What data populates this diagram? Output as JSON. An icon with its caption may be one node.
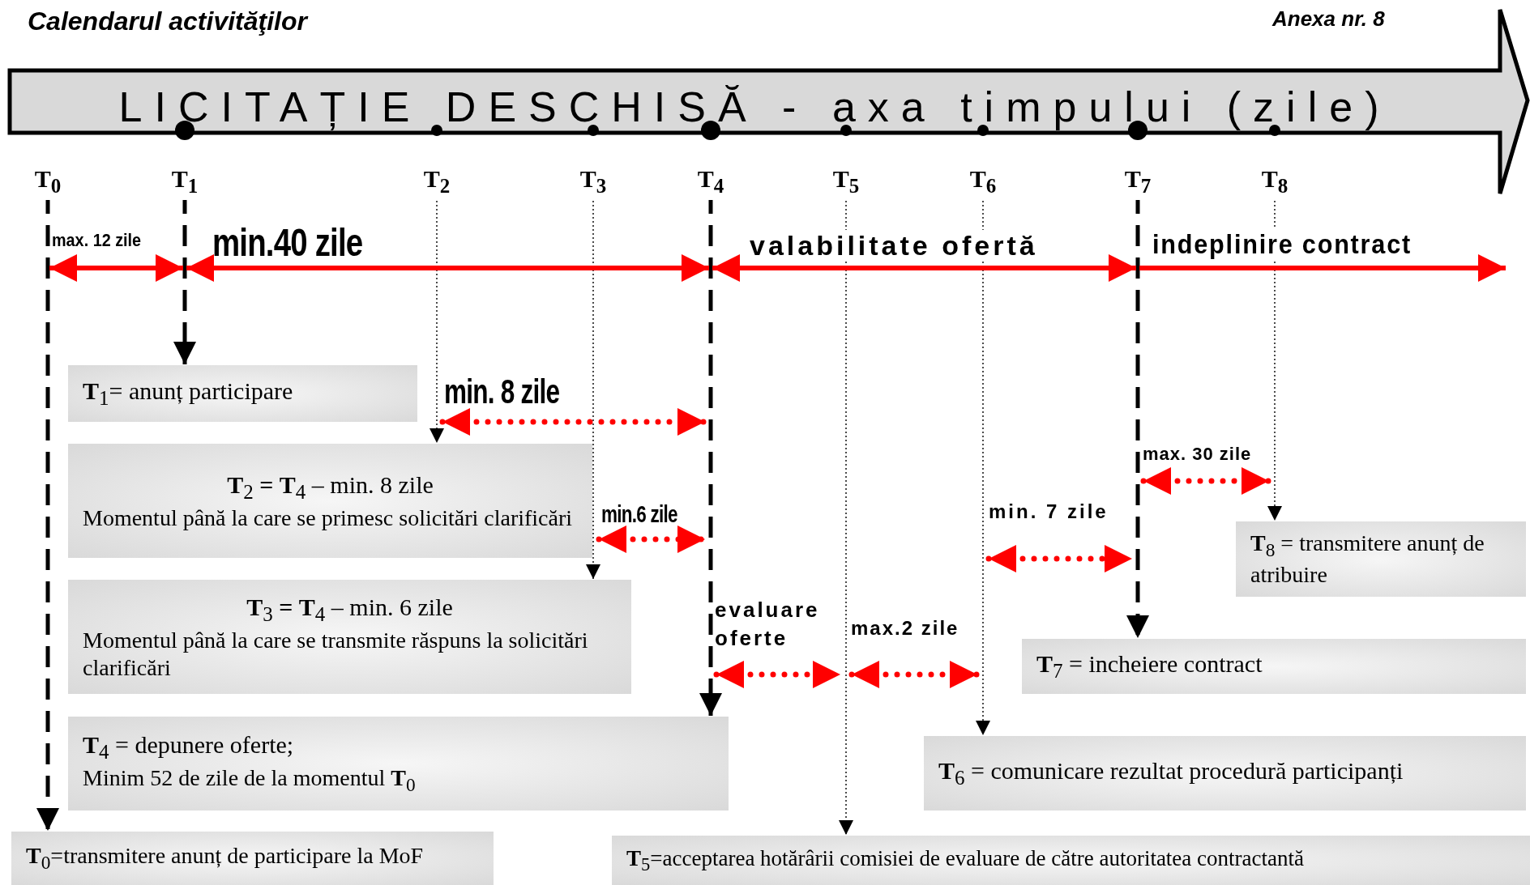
{
  "diagram": {
    "title": "Calendarul activităţilor",
    "nodes": [
      {
        "text": [
          "LICITAȚIE DESCHISĂ - axa timpului (zile)"
        ]
      },
      {
        "text": [
          "T$_{0}$"
        ]
      },
      {
        "text": [
          "T$_{1}$"
        ]
      },
      {
        "text": [
          "T$_{2}$"
        ]
      },
      {
        "text": [
          "T$_{3}$"
        ]
      },
      {
        "text": [
          "T$_{4}$"
        ]
      },
      {
        "text": [
          "T$_{5}$"
        ]
      },
      {
        "text": [
          "T$_{6}$"
        ]
      },
      {
        "text": [
          "T$_{7}$"
        ]
      },
      {
        "text": [
          "T$_{8}$"
        ]
      },
      {
        "text": [
          "**T**$_{0}$=transmitere anunț de participare la MoF"
        ]
      },
      {
        "text": [
          "**T**$_{1}$= anunț participare"
        ]
      },
      {
        "text": [
          "**T**$_{2}$ **=** **T**$_{4}$ – min. 8 zile",
          "Momentul până la care se primesc solicitări clarificări"
        ]
      },
      {
        "text": [
          "**T**$_{3}$ **=** **T**$_{4}$ – min. 6 zile",
          "Momentul până la care se transmite răspuns la solicitări clarificări"
        ]
      },
      {
        "text": [
          "**T**$_{4}$ = depunere oferte;",
          "Minim 52 de zile de la momentul **T**$_{0}$"
        ]
      },
      {
        "text": [
          "**T**$_{5}$=acceptarea hotărârii comisiei de evaluare de către autoritatea contractantă"
        ]
      },
      {
        "text": [
          "**T**$_{6}$ = comunicare rezultat procedură participanți"
        ]
      },
      {
        "text": [
          "**T**$_{7}$ = incheiere contract"
        ]
      },
      {
        "text": [
          "**T**$_{8}$ = transmitere anunț de atribuire"
        ]
      }
    ],
    "edges": [
      {
        "from": 1,
        "to": 10,
        "arrow": "to",
        "style": "dashed"
      },
      {
        "from": 2,
        "to": 11,
        "arrow": "to",
        "style": "dashed"
      },
      {
        "from": 3,
        "to": 12,
        "arrow": "to",
        "style": "dashed"
      },
      {
        "from": 4,
        "to": 13,
        "arrow": "to",
        "style": "dashed"
      },
      {
        "from": 5,
        "to": 14,
        "arrow": "to",
        "style": "dashed"
      },
      {
        "from": 6,
        "to": 15,
        "arrow": "to",
        "style": "dashed"
      },
      {
        "from": 7,
        "to": 16,
        "arrow": "to",
        "style": "dashed"
      },
      {
        "from": 8,
        "to": 17,
        "arrow": "to",
        "style": "dashed"
      },
      {
        "from": 9,
        "to": 18,
        "arrow": "to",
        "style": "dashed"
      }
    ],
    "labels": [
      "Anexa nr. 8",
      "max. 12 zile",
      "min.40 zile",
      "valabilitate ofertă",
      "indeplinire contract",
      "min. 8 zile",
      "max. 30 zile",
      "min. 7 zile",
      "min.6 zile",
      "evaluare oferte",
      "max.2 zile"
    ]
  }
}
